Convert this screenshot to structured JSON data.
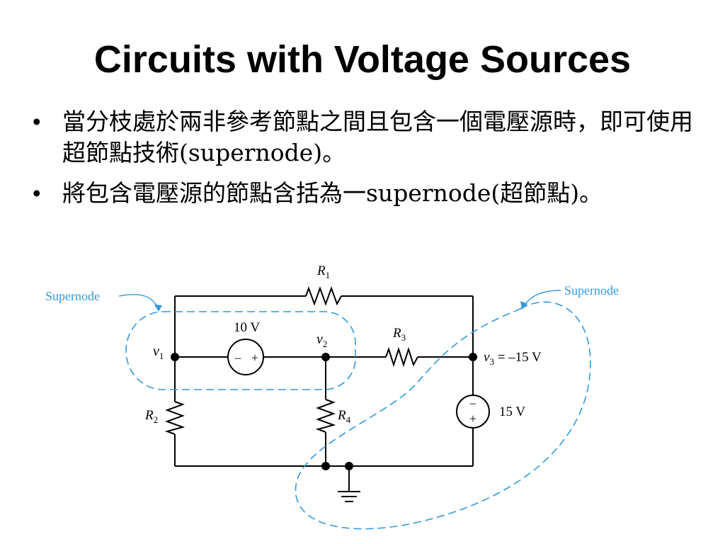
{
  "slide": {
    "title": "Circuits with Voltage Sources",
    "bullets": [
      {
        "text": "當分枝處於兩非參考節點之間且包含一個電壓源時，即可使用超節點技術(supernode)。"
      },
      {
        "text": "將包含電壓源的節點含括為一supernode(超節點)。"
      }
    ]
  },
  "diagram": {
    "labels": {
      "supernode_left": "Supernode",
      "supernode_right": "Supernode",
      "r1_main": "R",
      "r1_sub": "1",
      "r2_main": "R",
      "r2_sub": "2",
      "r3_main": "R",
      "r3_sub": "3",
      "r4_main": "R",
      "r4_sub": "4",
      "v1_main": "v",
      "v1_sub": "1",
      "v2_main": "v",
      "v2_sub": "2",
      "v3_main": "v",
      "v3_sub": "3",
      "v3_value": " = –15 V",
      "source_10v": "10 V",
      "source_15v": "15 V",
      "minus": "–",
      "plus": "+"
    },
    "colors": {
      "wire": "#000000",
      "supernode": "#3399dd"
    }
  }
}
